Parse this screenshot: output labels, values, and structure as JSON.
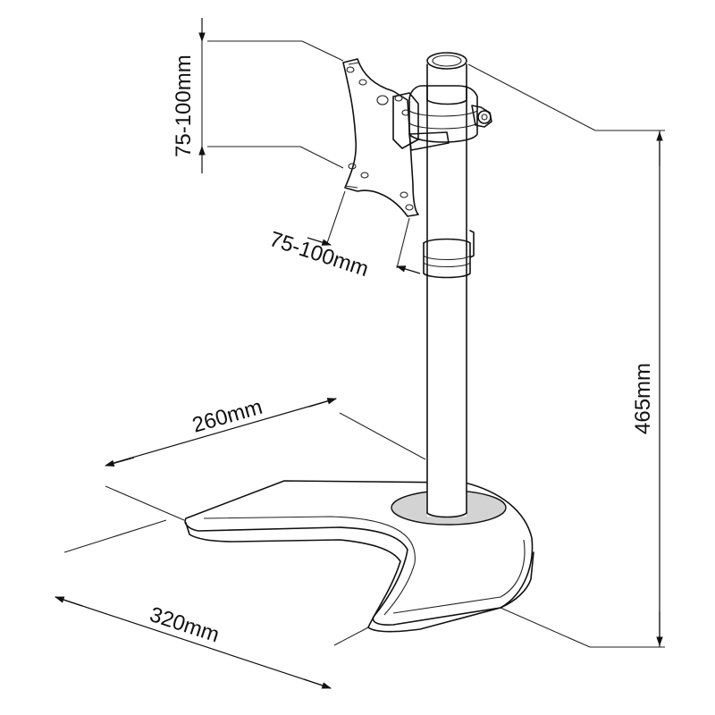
{
  "dimensions": {
    "vesa_vertical": "75-100mm",
    "vesa_horizontal": "75-100mm",
    "height": "465mm",
    "base_depth": "260mm",
    "base_width": "320mm"
  },
  "colors": {
    "line": "#111111",
    "fill_gray": "#d3d3d3",
    "background": "#ffffff"
  }
}
